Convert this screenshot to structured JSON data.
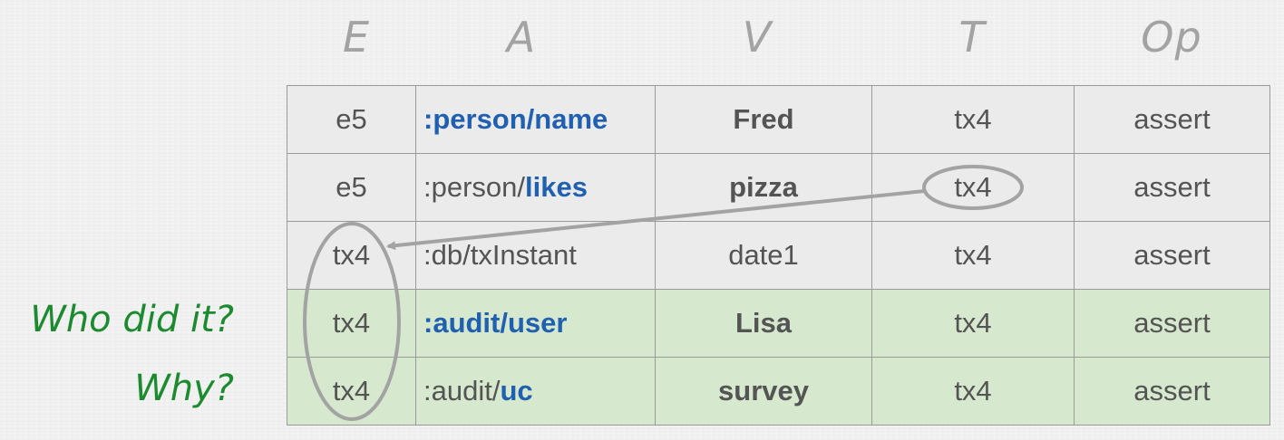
{
  "columns": [
    "E",
    "A",
    "V",
    "T",
    "Op"
  ],
  "side_labels": {
    "who": "Who did it?",
    "why": "Why?"
  },
  "rows": [
    {
      "e": "e5",
      "a_prefix": "",
      "a_key": ":person/name",
      "v": "Fred",
      "t": "tx4",
      "op": "assert"
    },
    {
      "e": "e5",
      "a_prefix": ":person/",
      "a_key": "likes",
      "v": "pizza",
      "t": "tx4",
      "op": "assert"
    },
    {
      "e": "tx4",
      "a_prefix": ":db/txInstant",
      "a_key": "",
      "v": "date1",
      "t": "tx4",
      "op": "assert"
    },
    {
      "e": "tx4",
      "a_prefix": "",
      "a_key": ":audit/user",
      "v": "Lisa",
      "t": "tx4",
      "op": "assert"
    },
    {
      "e": "tx4",
      "a_prefix": ":audit/",
      "a_key": "uc",
      "v": "survey",
      "t": "tx4",
      "op": "assert"
    }
  ],
  "colors": {
    "highlight": "#2060b0",
    "audit_row": "#d6e8cd",
    "plain_row": "#ebebeb",
    "label_green": "#1c8a2e",
    "annotation": "#a3a3a3"
  }
}
